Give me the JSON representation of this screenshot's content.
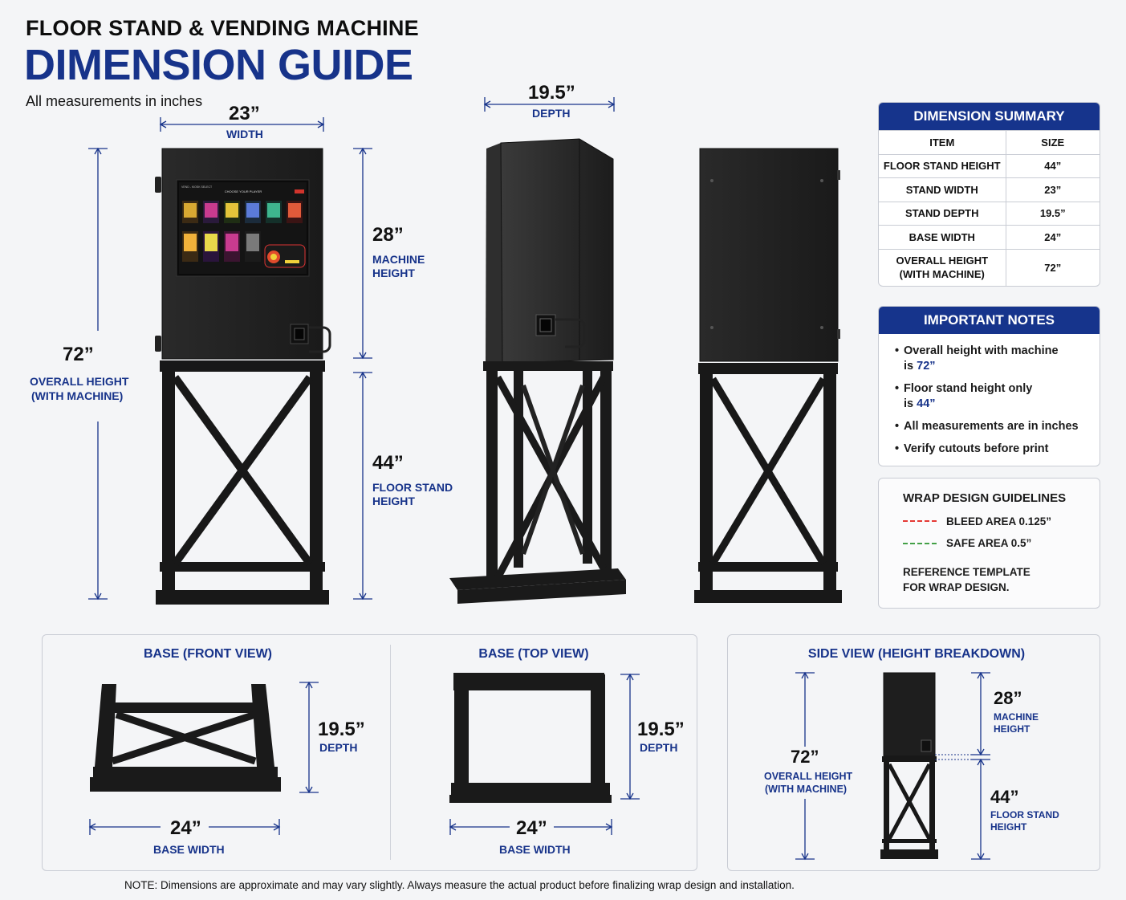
{
  "header": {
    "title_top": "FLOOR STAND & VENDING MACHINE",
    "title_main": "DIMENSION GUIDE",
    "subtitle": "All measurements in inches"
  },
  "front_view": {
    "width_value": "23”",
    "width_label": "WIDTH",
    "overall_value": "72”",
    "overall_label_1": "OVERALL HEIGHT",
    "overall_label_2": "(WITH MACHINE)",
    "machine_value": "28”",
    "machine_label_1": "MACHINE",
    "machine_label_2": "HEIGHT",
    "stand_value": "44”",
    "stand_label_1": "FLOOR STAND",
    "stand_label_2": "HEIGHT",
    "screen_header": "CHOOSE YOUR PLAYER",
    "screen_brand": "VEND - KIOSK SELECT"
  },
  "side_view": {
    "depth_value": "19.5”",
    "depth_label": "DEPTH"
  },
  "summary": {
    "title": "DIMENSION SUMMARY",
    "col_item": "ITEM",
    "col_size": "SIZE",
    "rows": [
      {
        "item": "FLOOR STAND HEIGHT",
        "size": "44”"
      },
      {
        "item": "STAND WIDTH",
        "size": "23”"
      },
      {
        "item": "STAND DEPTH",
        "size": "19.5”"
      },
      {
        "item": "BASE WIDTH",
        "size": "24”"
      }
    ],
    "last_row": {
      "item_1": "OVERALL HEIGHT",
      "item_2": "(WITH MACHINE)",
      "size": "72”"
    }
  },
  "notes": {
    "title": "IMPORTANT NOTES",
    "n1_a": "Overall height with machine",
    "n1_b": "is ",
    "n1_hl": "72”",
    "n2_a": "Floor stand height only",
    "n2_b": "is ",
    "n2_hl": "44”",
    "n3": "All measurements are in inches",
    "n4": "Verify cutouts before print"
  },
  "wrap": {
    "title": "WRAP DESIGN GUIDELINES",
    "bleed": "BLEED AREA 0.125”",
    "safe": "SAFE AREA 0.5”",
    "ref_1": "REFERENCE TEMPLATE",
    "ref_2": "FOR WRAP DESIGN.",
    "bleed_color": "#e53935",
    "safe_color": "#43a047"
  },
  "base_front": {
    "title": "BASE (FRONT VIEW)",
    "depth_value": "19.5”",
    "depth_label": "DEPTH",
    "width_value": "24”",
    "width_label": "BASE WIDTH"
  },
  "base_top": {
    "title": "BASE (TOP VIEW)",
    "depth_value": "19.5”",
    "depth_label": "DEPTH",
    "width_value": "24”",
    "width_label": "BASE WIDTH"
  },
  "breakdown": {
    "title": "SIDE VIEW (HEIGHT BREAKDOWN)",
    "overall_value": "72”",
    "overall_label_1": "OVERALL HEIGHT",
    "overall_label_2": "(WITH MACHINE)",
    "machine_value": "28”",
    "machine_label_1": "MACHINE",
    "machine_label_2": "HEIGHT",
    "stand_value": "44”",
    "stand_label_1": "FLOOR STAND",
    "stand_label_2": "HEIGHT"
  },
  "footnote": "NOTE: Dimensions are approximate and may vary slightly. Always measure the actual product before finalizing wrap design and installation.",
  "colors": {
    "accent": "#17338a",
    "header_bar": "#16348c",
    "machine": "#1d1d1d"
  }
}
